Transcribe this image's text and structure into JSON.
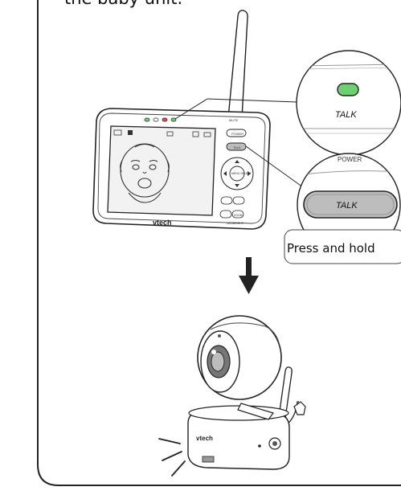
{
  "instruction": {
    "caption_fragment": "the baby unit."
  },
  "parent_unit": {
    "brand": "vtech",
    "buttons": {
      "power": "POWER",
      "talk": "TALK",
      "menu": "MENU SELECT",
      "zoom": "ZOOM"
    },
    "top_label": "MUTE",
    "bottom_label": "LED/BRIGHT"
  },
  "callouts": {
    "led_label": "TALK",
    "power_label": "POWER",
    "button_label": "TALK",
    "press_hint": "Press and hold"
  },
  "camera_unit": {
    "brand": "vtech"
  },
  "colors": {
    "led_green": "#6fcf73",
    "panel_border": "#222222",
    "screen_bg": "#f2f2f2",
    "button_fill": "#bdbdbd"
  }
}
